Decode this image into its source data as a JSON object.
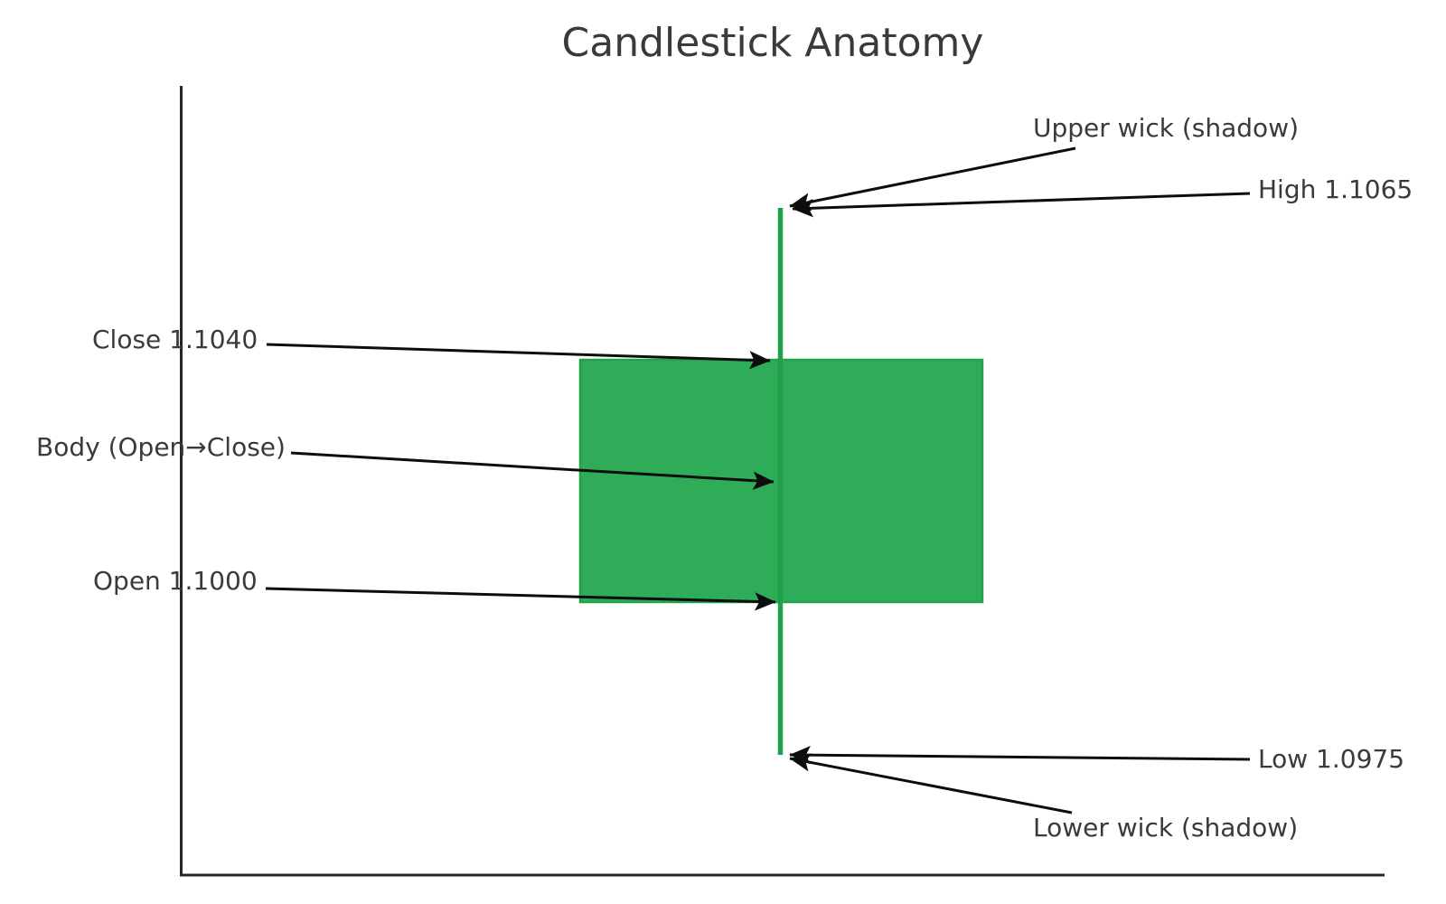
{
  "title": "Candlestick Anatomy",
  "labels": {
    "upper_wick": "Upper wick (shadow)",
    "high": "High 1.1065",
    "close": "Close 1.1040",
    "body": "Body (Open→Close)",
    "open": "Open 1.1000",
    "low": "Low 1.0975",
    "lower_wick": "Lower wick (shadow)"
  },
  "colors": {
    "candle_body_fill": "#2eac58",
    "candle_body_edge": "#26a14b",
    "wick": "#1fa049",
    "arrow": "#0d0d0d",
    "text": "#3a3a3a",
    "spine": "#262626",
    "background": "#ffffff"
  },
  "chart_data": {
    "type": "candlestick",
    "title": "Candlestick Anatomy",
    "ohlc": {
      "open": 1.1,
      "high": 1.1065,
      "low": 1.0975,
      "close": 1.104
    },
    "direction": "bullish",
    "body_range": [
      1.1,
      1.104
    ],
    "upper_wick_range": [
      1.104,
      1.1065
    ],
    "lower_wick_range": [
      1.0975,
      1.1
    ],
    "annotations": [
      {
        "label": "Upper wick (shadow)",
        "points_to": "top of wick",
        "value": 1.1065,
        "side": "right"
      },
      {
        "label": "High 1.1065",
        "points_to": "top of wick",
        "value": 1.1065,
        "side": "right"
      },
      {
        "label": "Close 1.1040",
        "points_to": "top of body",
        "value": 1.104,
        "side": "left"
      },
      {
        "label": "Body (Open→Close)",
        "points_to": "middle of body",
        "value": 1.102,
        "side": "left"
      },
      {
        "label": "Open 1.1000",
        "points_to": "bottom of body",
        "value": 1.1,
        "side": "left"
      },
      {
        "label": "Low 1.0975",
        "points_to": "bottom of wick",
        "value": 1.0975,
        "side": "right"
      },
      {
        "label": "Lower wick (shadow)",
        "points_to": "bottom of wick",
        "value": 1.0975,
        "side": "right"
      }
    ],
    "axes": {
      "tick_labels": "none",
      "grid": false,
      "visible_spines": [
        "left",
        "bottom"
      ]
    },
    "legend": "none"
  }
}
